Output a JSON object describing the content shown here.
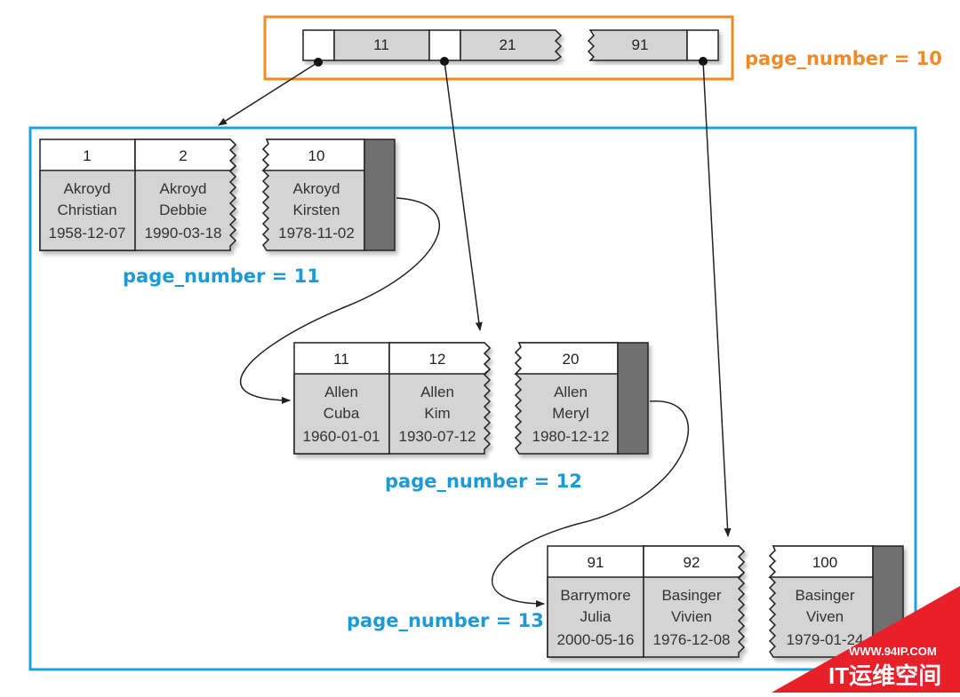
{
  "colors": {
    "root_frame": "#f08a24",
    "leaf_frame": "#1ea0dc",
    "label_orange": "#f08a24",
    "label_blue": "#1c9ad6",
    "cell_gray": "#d4d4d4",
    "pointer_slot": "#707070",
    "watermark_red": "#e8202a"
  },
  "root": {
    "label": "page_number = 10",
    "keys": [
      "11",
      "21",
      "91"
    ]
  },
  "leaves": [
    {
      "label": "page_number = 11",
      "records": [
        {
          "id": "1",
          "lines": [
            "Akroyd",
            "Christian",
            "1958-12-07"
          ]
        },
        {
          "id": "2",
          "lines": [
            "Akroyd",
            "Debbie",
            "1990-03-18"
          ]
        },
        {
          "id": "10",
          "lines": [
            "Akroyd",
            "Kirsten",
            "1978-11-02"
          ]
        }
      ]
    },
    {
      "label": "page_number = 12",
      "records": [
        {
          "id": "11",
          "lines": [
            "Allen",
            "Cuba",
            "1960-01-01"
          ]
        },
        {
          "id": "12",
          "lines": [
            "Allen",
            "Kim",
            "1930-07-12"
          ]
        },
        {
          "id": "20",
          "lines": [
            "Allen",
            "Meryl",
            "1980-12-12"
          ]
        }
      ]
    },
    {
      "label": "page_number = 13",
      "records": [
        {
          "id": "91",
          "lines": [
            "Barrymore",
            "Julia",
            "2000-05-16"
          ]
        },
        {
          "id": "92",
          "lines": [
            "Basinger",
            "Vivien",
            "1976-12-08"
          ]
        },
        {
          "id": "100",
          "lines": [
            "Basinger",
            "Viven",
            "1979-01-24"
          ]
        }
      ]
    }
  ],
  "watermark": {
    "url": "WWW.94IP.COM",
    "brand": "IT运维空间"
  }
}
